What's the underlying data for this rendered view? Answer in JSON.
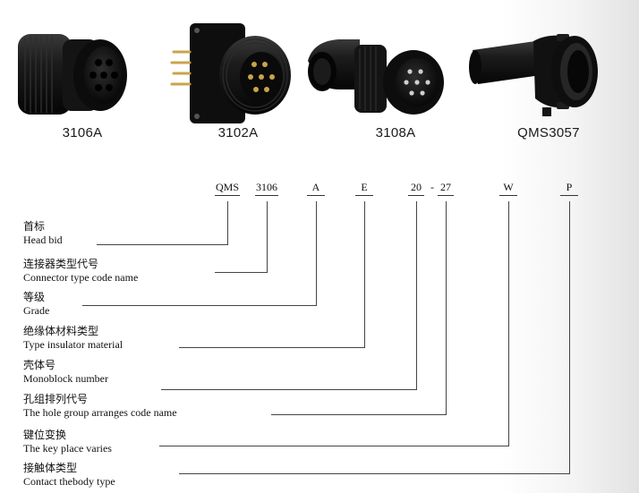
{
  "products": [
    {
      "label": "3106A"
    },
    {
      "label": "3102A"
    },
    {
      "label": "3108A"
    },
    {
      "label": "QMS3057"
    }
  ],
  "code_segments": [
    "QMS",
    "3106",
    "A",
    "E",
    "20",
    "-",
    "27",
    "W",
    "P"
  ],
  "fields": [
    {
      "cn": "首标",
      "en": "Head bid"
    },
    {
      "cn": "连接器类型代号",
      "en": "Connector type code name"
    },
    {
      "cn": "等级",
      "en": "Grade"
    },
    {
      "cn": "绝缘体材料类型",
      "en": "Type insulator material"
    },
    {
      "cn": "壳体号",
      "en": "Monoblock number"
    },
    {
      "cn": "孔组排列代号",
      "en": "The hole group arranges code name"
    },
    {
      "cn": "键位变换",
      "en": "The key place varies"
    },
    {
      "cn": "接触体类型",
      "en": "Contact thebody type"
    }
  ],
  "colors": {
    "connector_body": "#161616",
    "connector_highlight": "#4a4a4a",
    "pin_gold": "#c9a44a",
    "line": "#444444"
  }
}
